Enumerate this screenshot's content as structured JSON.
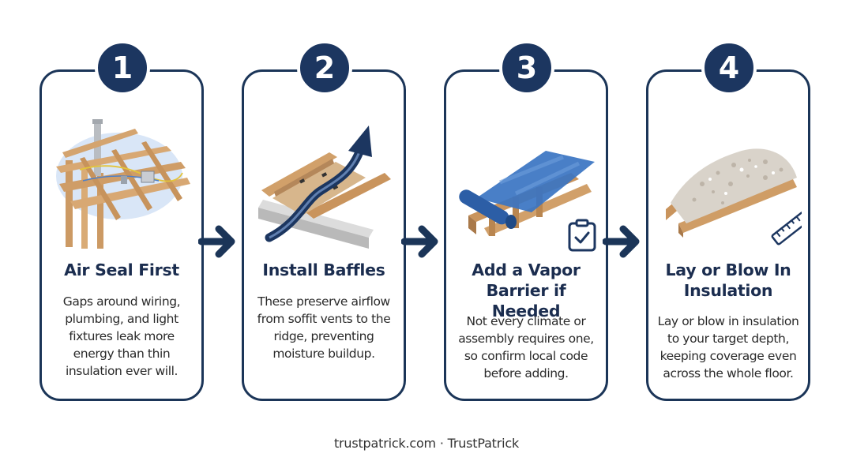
{
  "colors": {
    "navy": "#1b3558",
    "wood": "#cfa271",
    "vapor_blue": "#3a74c2",
    "insulation": "#d6d1c9"
  },
  "steps": [
    {
      "number": "1",
      "title": "Air Seal First",
      "body_lines": [
        "Gaps around wiring,",
        "plumbing, and light",
        "fixtures leak more",
        "energy than thin",
        "insulation ever will."
      ],
      "icon": "framing-air-seal-illustration"
    },
    {
      "number": "2",
      "title": "Install Baffles",
      "body_lines": [
        "These preserve airflow",
        "from soffit vents to the",
        "ridge, preventing",
        "moisture buildup."
      ],
      "icon": "baffle-airflow-illustration"
    },
    {
      "number": "3",
      "title_lines": [
        "Add a Vapor",
        "Barrier if Needed"
      ],
      "body_lines": [
        "Not every climate or",
        "assembly requires one,",
        "so confirm local code",
        "before adding."
      ],
      "icon": "vapor-barrier-illustration"
    },
    {
      "number": "4",
      "title_lines": [
        "Lay or Blow In",
        "Insulation"
      ],
      "body_lines": [
        "Lay or blow in insulation",
        "to your target depth,",
        "keeping coverage even",
        "across the whole floor."
      ],
      "icon": "blown-insulation-illustration"
    }
  ],
  "footer": "trustpatrick.com · TrustPatrick"
}
